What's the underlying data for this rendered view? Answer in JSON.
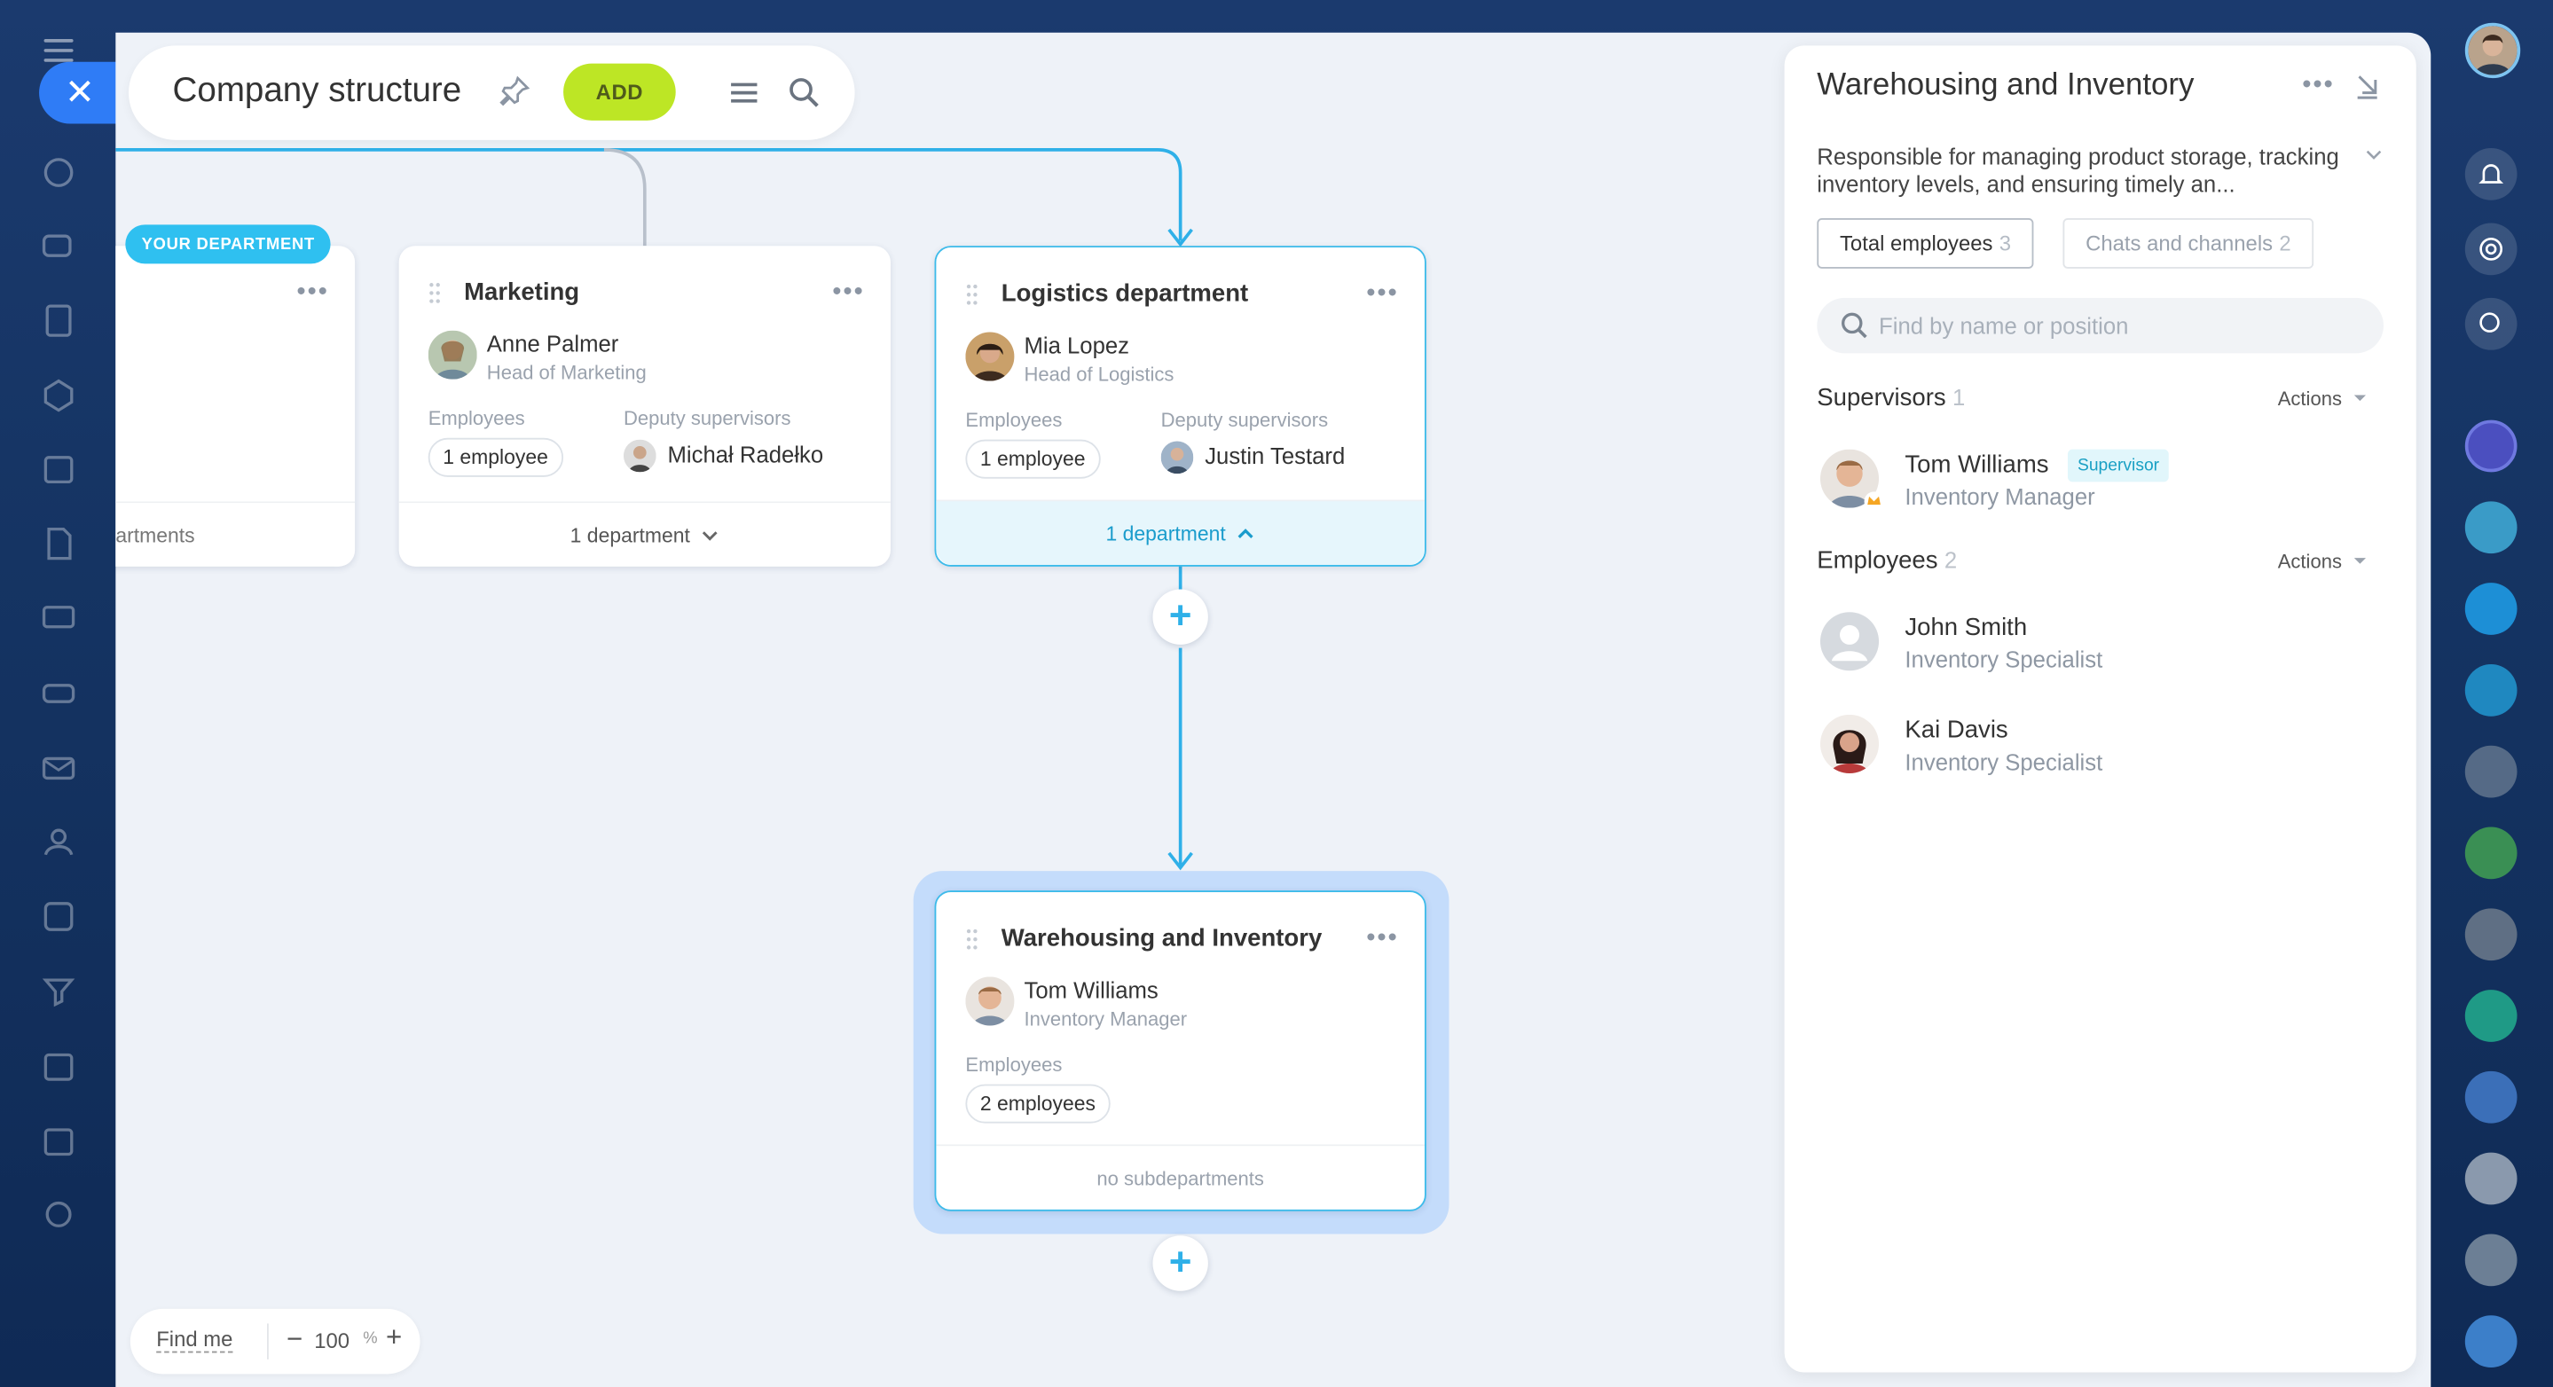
{
  "toolbar": {
    "title": "Company structure",
    "add_label": "ADD"
  },
  "canvas": {
    "your_department_badge": "YOUR DEPARTMENT",
    "left_card_footer": "artments",
    "zoom": {
      "find_me": "Find me",
      "minus": "−",
      "value": "100",
      "unit": "%",
      "plus": "+"
    }
  },
  "cards": {
    "marketing": {
      "title": "Marketing",
      "head_name": "Anne Palmer",
      "head_role": "Head of Marketing",
      "employees_label": "Employees",
      "employees_pill": "1 employee",
      "deputy_label": "Deputy supervisors",
      "deputy_name": "Michał Radełko",
      "footer": "1 department"
    },
    "logistics": {
      "title": "Logistics department",
      "head_name": "Mia Lopez",
      "head_role": "Head of Logistics",
      "employees_label": "Employees",
      "employees_pill": "1 employee",
      "deputy_label": "Deputy supervisors",
      "deputy_name": "Justin Testard",
      "footer": "1 department"
    },
    "warehousing": {
      "title": "Warehousing and Inventory",
      "head_name": "Tom Williams",
      "head_role": "Inventory Manager",
      "employees_label": "Employees",
      "employees_pill": "2 employees",
      "footer": "no subdepartments"
    }
  },
  "panel": {
    "title": "Warehousing and Inventory",
    "description": "Responsible for managing product storage, tracking inventory levels, and ensuring timely an...",
    "tabs": [
      {
        "label": "Total employees",
        "count": "3"
      },
      {
        "label": "Chats and channels",
        "count": "2"
      }
    ],
    "search_placeholder": "Find by name or position",
    "supervisors": {
      "label": "Supervisors",
      "count": "1",
      "actions": "Actions",
      "people": [
        {
          "name": "Tom Williams",
          "role": "Inventory Manager",
          "badge": "Supervisor"
        }
      ]
    },
    "employees": {
      "label": "Employees",
      "count": "2",
      "actions": "Actions",
      "people": [
        {
          "name": "John Smith",
          "role": "Inventory Specialist"
        },
        {
          "name": "Kai Davis",
          "role": "Inventory Specialist"
        }
      ]
    }
  },
  "colors": {
    "accent_blue": "#2fb0e8",
    "add_button": "#bde625",
    "close_button": "#2f7cf6",
    "selected_card_halo": "#c4dcfb"
  }
}
